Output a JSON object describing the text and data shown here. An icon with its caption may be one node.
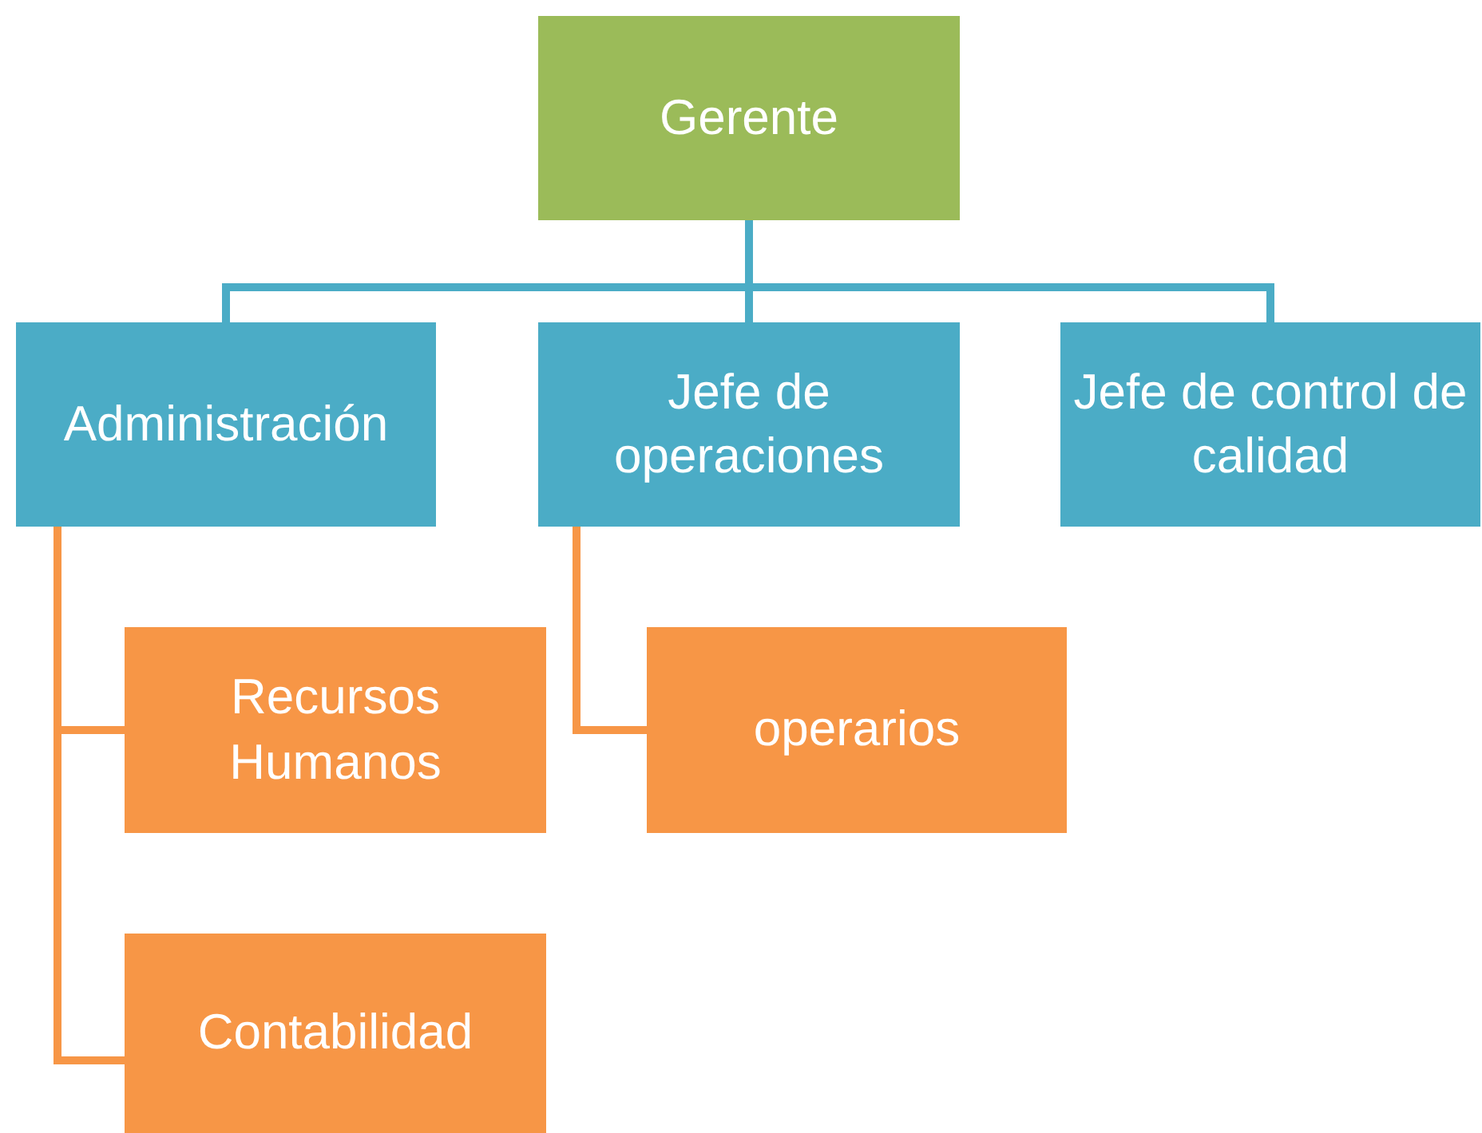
{
  "diagram": {
    "nodes": [
      {
        "text": [
          "Gerente"
        ]
      },
      {
        "text": [
          "Administración"
        ]
      },
      {
        "text": [
          "Jefe de operaciones"
        ]
      },
      {
        "text": [
          "Jefe de control de calidad"
        ]
      },
      {
        "text": [
          "Recursos Humanos"
        ]
      },
      {
        "text": [
          "Contabilidad"
        ]
      },
      {
        "text": [
          "operarios"
        ]
      }
    ],
    "edges": [
      {
        "from": 0,
        "to": 1,
        "arrow": "none",
        "color": "#4bacc6"
      },
      {
        "from": 0,
        "to": 2,
        "arrow": "none",
        "color": "#4bacc6"
      },
      {
        "from": 0,
        "to": 3,
        "arrow": "none",
        "color": "#4bacc6"
      },
      {
        "from": 1,
        "to": 4,
        "arrow": "none",
        "color": "#f79646"
      },
      {
        "from": 1,
        "to": 5,
        "arrow": "none",
        "color": "#f79646"
      },
      {
        "from": 2,
        "to": 6,
        "arrow": "none",
        "color": "#f79646"
      }
    ]
  }
}
